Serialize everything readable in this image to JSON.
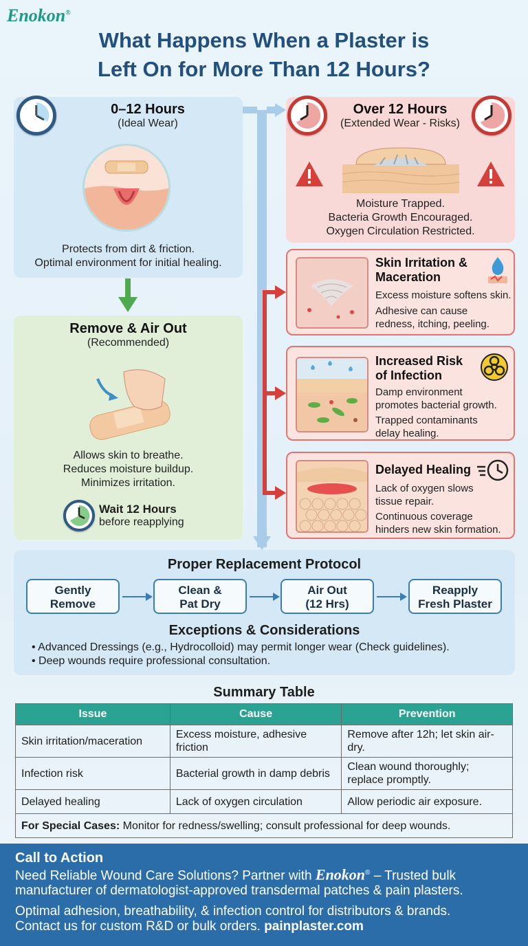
{
  "brand": {
    "name": "Enokon",
    "reg": "®"
  },
  "title": {
    "line1": "What Happens When a Plaster is",
    "line2": "Left On for More Than 12 Hours?"
  },
  "ideal": {
    "title": "0–12 Hours",
    "subtitle": "(Ideal Wear)",
    "text1": "Protects from dirt & friction.",
    "text2": "Optimal environment for initial healing."
  },
  "remove": {
    "title": "Remove & Air Out",
    "subtitle": "(Recommended)",
    "text1": "Allows skin to breathe.",
    "text2": "Reduces moisture buildup.",
    "text3": "Minimizes irritation.",
    "wait_title": "Wait 12 Hours",
    "wait_sub": "before reapplying"
  },
  "extended": {
    "title": "Over 12 Hours",
    "subtitle": "(Extended Wear - Risks)",
    "text1": "Moisture Trapped.",
    "text2": "Bacteria Growth Encouraged.",
    "text3": "Oxygen Circulation Restricted."
  },
  "risks": [
    {
      "title1": "Skin Irritation &",
      "title2": "Maceration",
      "line1": "Excess moisture softens skin.",
      "line2": "Adhesive can cause",
      "line3": "redness, itching, peeling.",
      "icon": "water-drop-icon"
    },
    {
      "title1": "Increased Risk",
      "title2": "of Infection",
      "line1": "Damp environment",
      "line2": "promotes bacterial growth.",
      "line3": "Trapped contaminants",
      "line4": "delay healing.",
      "icon": "biohazard-icon"
    },
    {
      "title1": "Delayed Healing",
      "line1": "Lack of oxygen slows",
      "line2": "tissue repair.",
      "line3": "Continuous coverage",
      "line4": "hinders new skin formation.",
      "icon": "clock-icon"
    }
  ],
  "protocol": {
    "title": "Proper Replacement Protocol",
    "steps": [
      {
        "l1": "Gently",
        "l2": "Remove"
      },
      {
        "l1": "Clean &",
        "l2": "Pat Dry"
      },
      {
        "l1": "Air Out",
        "l2": "(12 Hrs)"
      },
      {
        "l1": "Reapply",
        "l2": "Fresh Plaster"
      }
    ],
    "exceptions_title": "Exceptions & Considerations",
    "bullets": [
      "Advanced Dressings (e.g., Hydrocolloid) may permit longer wear (Check guidelines).",
      "Deep wounds require professional consultation."
    ]
  },
  "summary": {
    "title": "Summary Table",
    "headers": [
      "Issue",
      "Cause",
      "Prevention"
    ],
    "rows": [
      [
        "Skin irritation/maceration",
        "Excess moisture, adhesive friction",
        "Remove after 12h; let skin air-dry."
      ],
      [
        "Infection risk",
        "Bacterial growth in damp debris",
        "Clean wound thoroughly; replace promptly."
      ],
      [
        "Delayed healing",
        "Lack of oxygen circulation",
        "Allow periodic air exposure."
      ]
    ],
    "special_label": "For Special Cases:",
    "special_text": " Monitor for redness/swelling; consult professional for deep wounds."
  },
  "footer": {
    "cta_title": "Call to Action",
    "line1_a": "Need Reliable Wound Care Solutions? Partner with ",
    "line1_brand": "Enokon",
    "line1_reg": "®",
    "line1_b": " – Trusted bulk",
    "line2": "manufacturer of dermatologist-approved transdermal patches & pain plasters.",
    "line3": "Optimal adhesion, breathability, & infection control for distributors & brands.",
    "line4_a": "Contact us for custom R&D or bulk orders. ",
    "line4_link": "painplaster.com"
  },
  "colors": {
    "brand": "#1d9a87",
    "title": "#214f7e",
    "risk": "#d6403a",
    "flow": "#3a7db5",
    "table_header": "#2aa392",
    "footer": "#2b6da8"
  }
}
